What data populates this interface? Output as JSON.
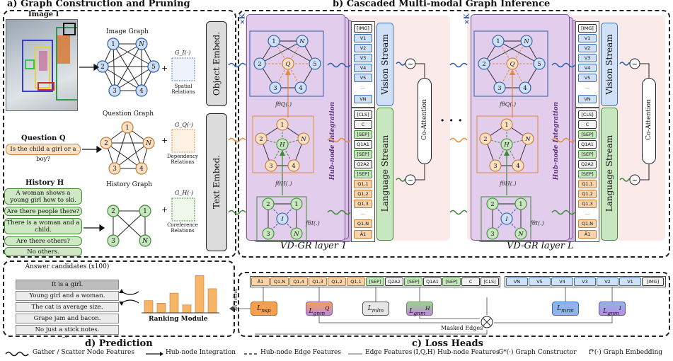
{
  "titles": {
    "a": "a) Graph Construction and Pruning",
    "b": "b) Cascaded Multi-modal Graph Inference",
    "c": "c) Loss Heads",
    "d": "d) Prediction"
  },
  "panel_a": {
    "image_label": "Image I",
    "image_graph": "Image Graph",
    "question_graph": "Question Graph",
    "history_graph": "History Graph",
    "question_label": "Question Q",
    "question_text": "Is the child a girl or a boy?",
    "history_label": "History H",
    "history": [
      "A woman shows a young girl how to ski.",
      "Are there people there?",
      "There is a woman and a child.",
      "Are there others?",
      "No others."
    ],
    "object_embed": "Object Embed.",
    "text_embed": "Text Embed.",
    "spatial": "Spatial Relations",
    "dependency": "Dependency Relations",
    "coreference": "Coreference Relations",
    "g_i": "G_I(·)",
    "g_q": "G_Q(·)",
    "g_h": "G_H(·)"
  },
  "panel_b": {
    "layer1": "VD-GR layer 1",
    "layerL": "VD-GR layer L",
    "vision_stream": "Vision Stream",
    "language_stream": "Language Stream",
    "co_attention": "Co-Attention",
    "hub_node": "Hub-node Integration",
    "xk": "×K",
    "ellipsis": "· · ·",
    "f_q": "f_θQ(.)",
    "f_h": "f_θH(.)",
    "f_i": "f_θI(.)",
    "vision_tokens": [
      "[IMG]",
      "V1",
      "V2",
      "V3",
      "V4",
      "V5",
      "...",
      "VN"
    ],
    "lang_tokens": [
      "[CLS]",
      "C",
      "[SEP]",
      "Q1A1",
      "[SEP]",
      "Q2A2",
      "[SEP]",
      "Q1,1",
      "Q1,2",
      "Q1,3",
      "...",
      "Q1,N",
      "Ā1"
    ]
  },
  "panel_c": {
    "scores_label": "xN Scores",
    "masked_edges": "Masked Edges",
    "seq_tokens_left": [
      "Ā1",
      "Q1,N",
      "Q1,4",
      "Q1,3",
      "Q1,2",
      "Q1,1",
      "[SEP]",
      "Q2A2",
      "[SEP]",
      "Q1A1",
      "[SEP]",
      "C",
      "[CLS]"
    ],
    "seq_tokens_right": [
      "VN",
      "V5",
      "V4",
      "V3",
      "V2",
      "V1",
      "[IMG]"
    ],
    "losses": [
      "L_nsp",
      "L_gnm^Q",
      "L_mlm",
      "L_gnm^H",
      "L_mrm",
      "L_gnm^I"
    ]
  },
  "panel_d": {
    "answer_candidates": "Answer candidates (x100)",
    "answers": [
      "It is a girl.",
      "Young girl and a woman.",
      "The cat is average size.",
      "Grape jam and bacon.",
      "No just a stick notes.",
      "..."
    ],
    "ranking_module": "Ranking Module",
    "bars": [
      0.28,
      0.22,
      0.45,
      0.18,
      0.85,
      0.55
    ]
  },
  "legend": {
    "gather": "Gather / Scatter Node Features",
    "hub_integration": "Hub-node Integration",
    "hub_edge": "Hub-node Edge Features",
    "edge": "Edge Features",
    "hub_nodes": "(I,Q,H) Hub-node Features",
    "graph_constructor": "G*(·) Graph Constructor",
    "graph_embedding": "f*(·) Graph Embedding"
  },
  "colors": {
    "vision": "#4a7fd0",
    "language": "#3f8a35",
    "question": "#e08a3a",
    "purple_panel": "#e2cdec",
    "pink_bg": "#fbeaea"
  }
}
